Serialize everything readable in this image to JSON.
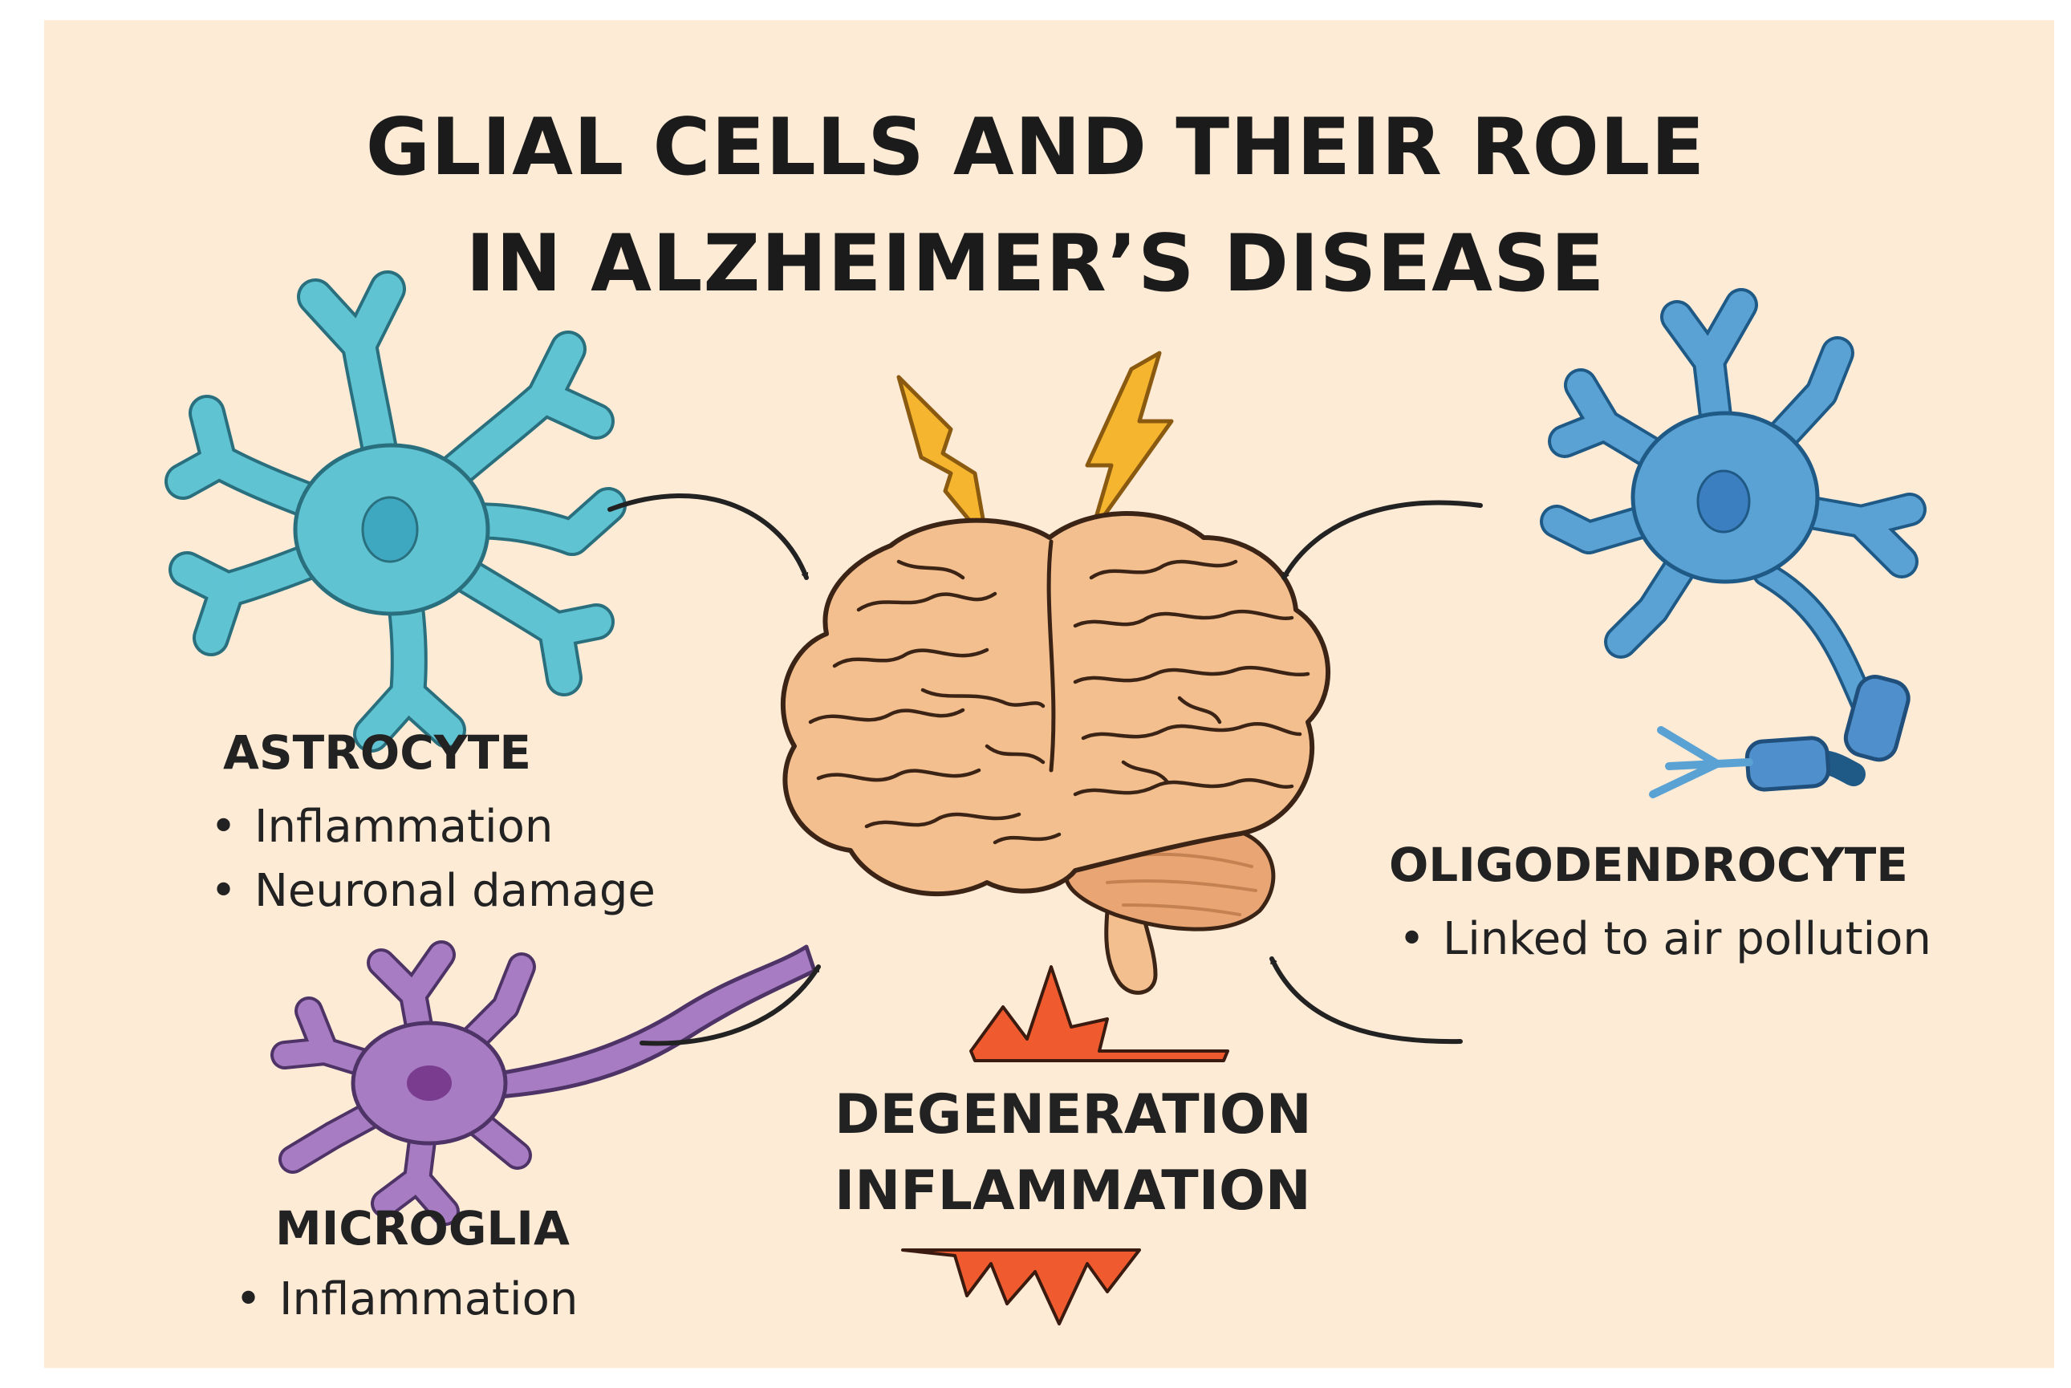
{
  "title": {
    "line1": "GLIAL CELLS AND THEIR ROLE",
    "line2": "IN ALZHEIMER’S DISEASE"
  },
  "cells": {
    "astrocyte": {
      "name": "ASTROCYTE",
      "effects": [
        "Inflammation",
        "Neuronal damage"
      ],
      "color": "#5fc3d2"
    },
    "microglia": {
      "name": "MICROGLIA",
      "effects": [
        "Inflammation"
      ],
      "color": "#a77cc3"
    },
    "oligodendrocyte": {
      "name": "OLIGODENDROCYTE",
      "effects": [
        "Linked to air pollution"
      ],
      "color": "#5aa2d4"
    }
  },
  "center": {
    "line1": "DEGENERATION",
    "line2": "INFLAMMATION"
  },
  "colors": {
    "background": "#fdebd6",
    "brain": "#f4bf8e",
    "cerebellum": "#e9a574",
    "lightning": "#f6b52e",
    "burst": "#ef5b2e",
    "arrows": "#222222"
  }
}
